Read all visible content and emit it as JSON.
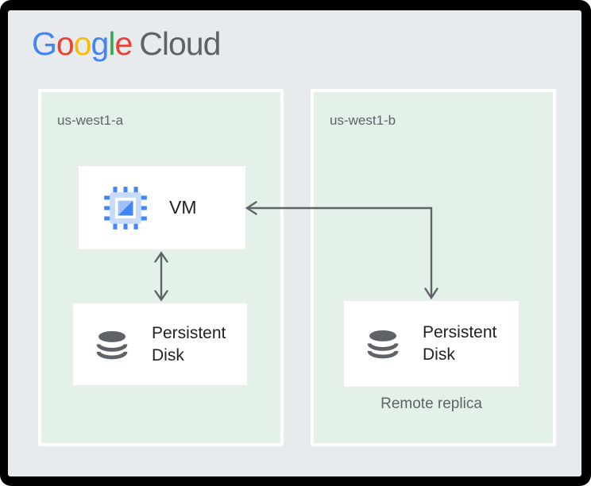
{
  "logo": {
    "word": [
      {
        "ch": "G",
        "style": "color:#4285F4"
      },
      {
        "ch": "o",
        "style": "color:#EA4335"
      },
      {
        "ch": "o",
        "style": "color:#FBBC05"
      },
      {
        "ch": "g",
        "style": "color:#4285F4"
      },
      {
        "ch": "l",
        "style": "color:#34A853"
      },
      {
        "ch": "e",
        "style": "color:#EA4335"
      }
    ],
    "cloud": "Cloud",
    "cloud_color": "#5F6368"
  },
  "zones": {
    "a": {
      "label": "us-west1-a"
    },
    "b": {
      "label": "us-west1-b"
    }
  },
  "nodes": {
    "vm": {
      "label": "VM",
      "icon": "compute-engine-icon"
    },
    "disk_a": {
      "label": "Persistent Disk",
      "icon": "persistent-disk-icon"
    },
    "disk_b": {
      "label": "Persistent Disk",
      "icon": "persistent-disk-icon",
      "caption": "Remote replica"
    }
  },
  "connectors": [
    {
      "name": "vm-local-disk-link",
      "type": "bidirectional-arrow",
      "from": "vm",
      "to": "disk_a"
    },
    {
      "name": "remote-disk-to-vm-link",
      "type": "elbow-arrow",
      "from": "disk_b",
      "to": "vm"
    }
  ],
  "colors": {
    "frame_border": "#000000",
    "canvas_background": "#E8EBEE",
    "zone_fill": "#E3F1E9",
    "zone_border": "#FFFFFF",
    "node_background": "#FFFFFF",
    "arrow": "#5F6368",
    "label_dark": "#202124",
    "label_gray": "#5F6368",
    "compute_icon_blue": "#4285F4",
    "compute_icon_light_blue": "#C6DAFC",
    "compute_icon_mid_blue": "#A1C2FA",
    "disk_icon_gray": "#5F6368"
  }
}
